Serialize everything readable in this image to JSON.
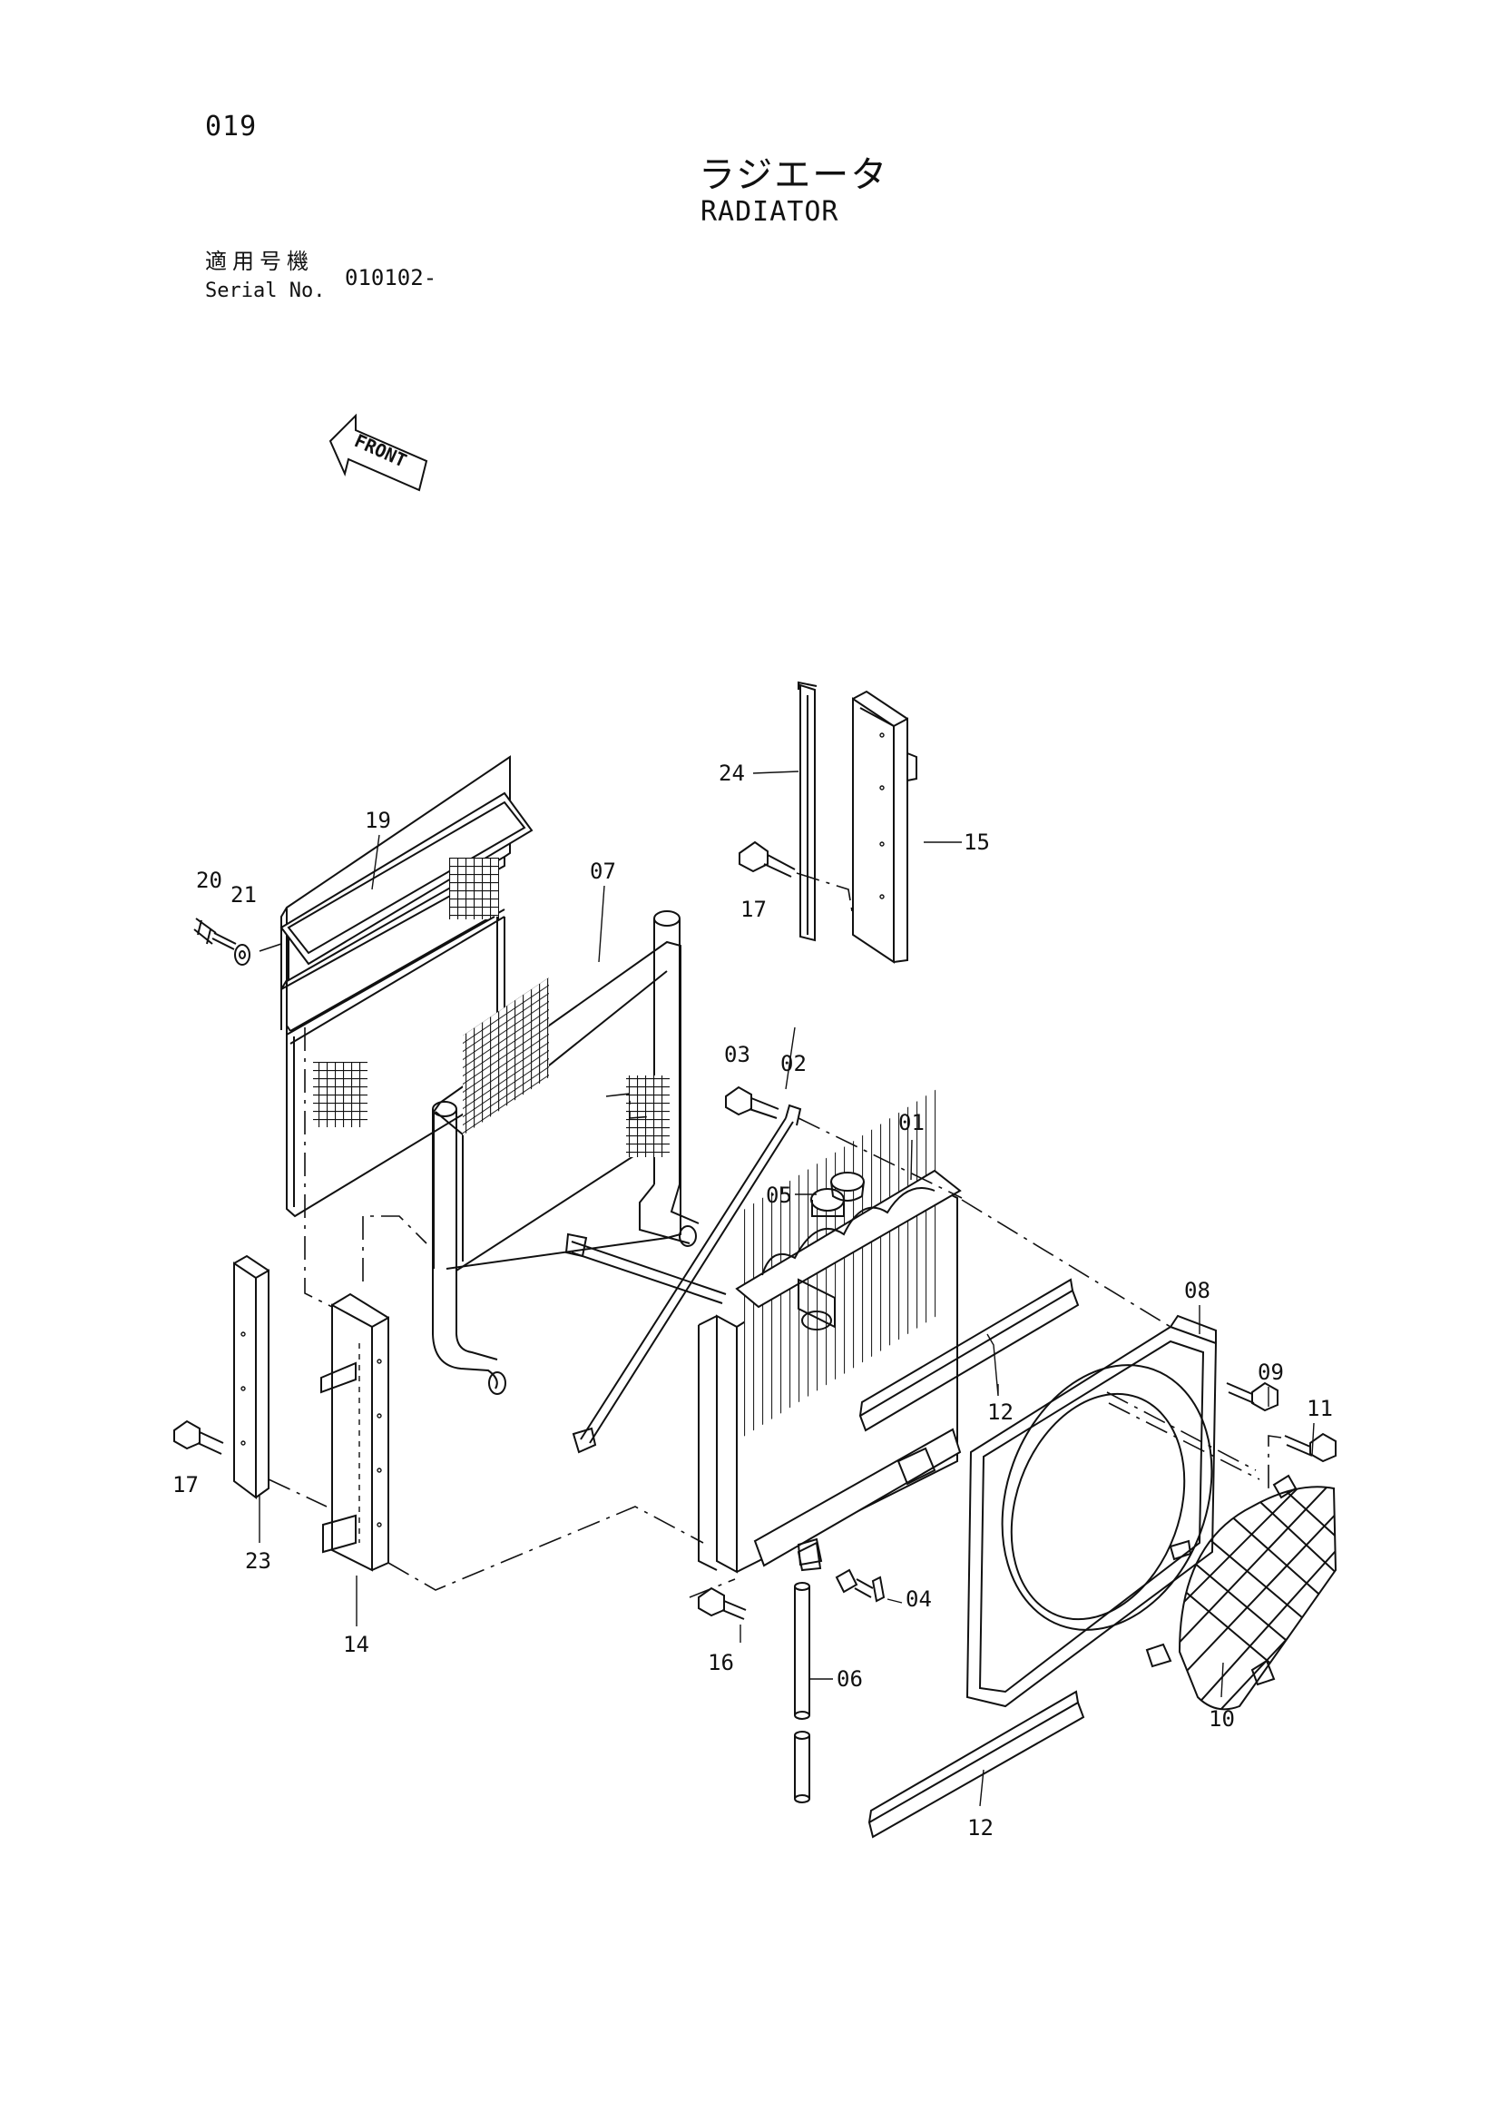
{
  "header": {
    "page_number": "019",
    "title_jp": "ラジエータ",
    "title_en": "RADIATOR",
    "serial_label_jp": "適用号機",
    "serial_label_en": "Serial No.",
    "serial_value": "010102-"
  },
  "front_arrow_label": "FRONT",
  "part_callouts": {
    "p01": "01",
    "p02": "02",
    "p03": "03",
    "p04": "04",
    "p05": "05",
    "p06": "06",
    "p07": "07",
    "p08": "08",
    "p09": "09",
    "p10": "10",
    "p11": "11",
    "p12a": "12",
    "p12b": "12",
    "p14": "14",
    "p15": "15",
    "p16": "16",
    "p17a": "17",
    "p17b": "17",
    "p19": "19",
    "p20": "20",
    "p21": "21",
    "p23": "23",
    "p24": "24"
  }
}
